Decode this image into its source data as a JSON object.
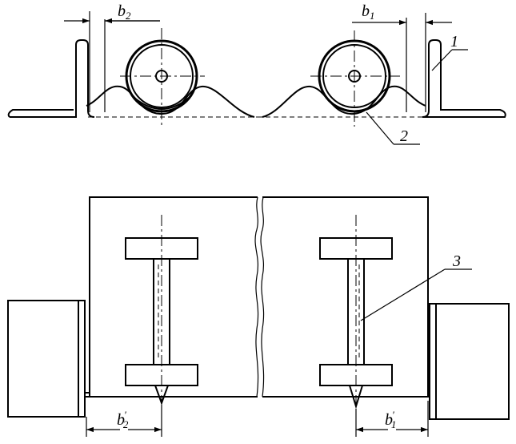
{
  "dimensions": {
    "top_left": {
      "base": "b",
      "sub": "2"
    },
    "top_right": {
      "base": "b",
      "sub": "1"
    },
    "bottom_left": {
      "base": "b",
      "sub": "2",
      "prime": "′"
    },
    "bottom_right": {
      "base": "b",
      "sub": "1",
      "prime": "′"
    }
  },
  "callouts": {
    "c1": "1",
    "c2": "2",
    "c3": "3"
  }
}
